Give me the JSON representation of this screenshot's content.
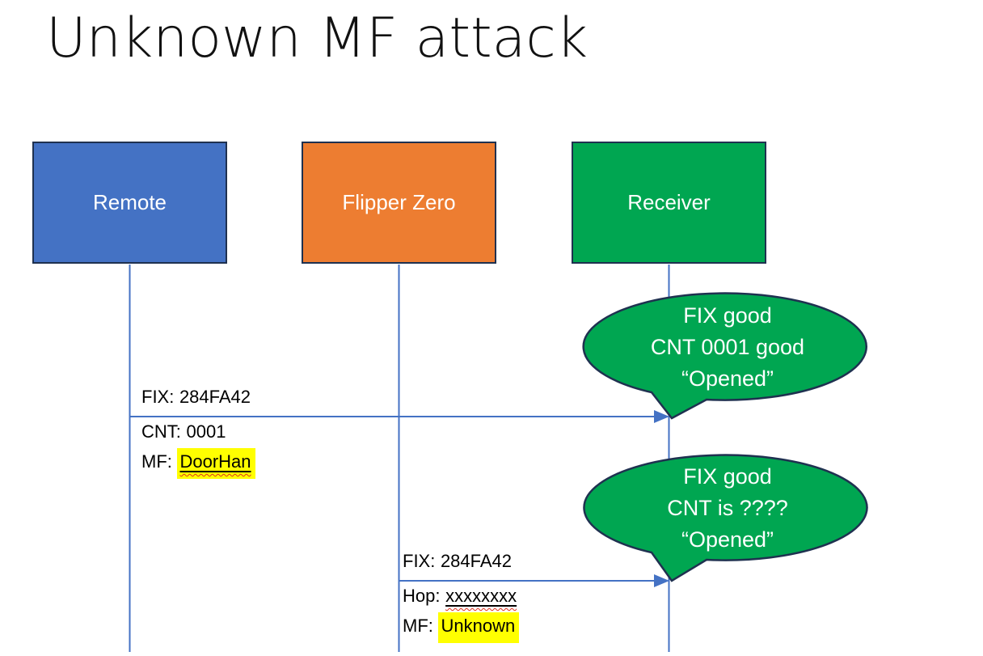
{
  "slide": {
    "title": "Unknown MF attack",
    "background": "#FFFFFF"
  },
  "colors": {
    "actor_remote_fill": "#4472C4",
    "actor_flipper_fill": "#ED7D31",
    "actor_receiver_fill": "#00A651",
    "shape_border": "#1F3150",
    "lifeline_and_arrow": "#4472C4",
    "callout_fill": "#00A651",
    "highlight": "#FFFF00",
    "spellcheck_squiggle": "#E0301E",
    "title_text": "#111111",
    "bubble_text": "#FFFFFF"
  },
  "actors": [
    {
      "label": "Remote"
    },
    {
      "label": "Flipper Zero"
    },
    {
      "label": "Receiver"
    }
  ],
  "messages": [
    {
      "from": "Remote",
      "to": "Receiver",
      "rows": [
        {
          "label": "FIX:",
          "value": "284FA42"
        },
        {
          "label": "CNT:",
          "value": "0001"
        },
        {
          "label": "MF:",
          "value": "DoorHan"
        }
      ]
    },
    {
      "from": "Flipper Zero",
      "to": "Receiver",
      "rows": [
        {
          "label": "FIX:",
          "value": "284FA42"
        },
        {
          "label": "Hop:",
          "value": "xxxxxxxx"
        },
        {
          "label": "MF:",
          "value": "Unknown"
        }
      ]
    }
  ],
  "callouts": [
    {
      "lines": [
        "FIX good",
        "CNT 0001 good",
        "“Opened”"
      ]
    },
    {
      "lines": [
        "FIX good",
        "CNT is ????",
        "“Opened”"
      ]
    }
  ]
}
